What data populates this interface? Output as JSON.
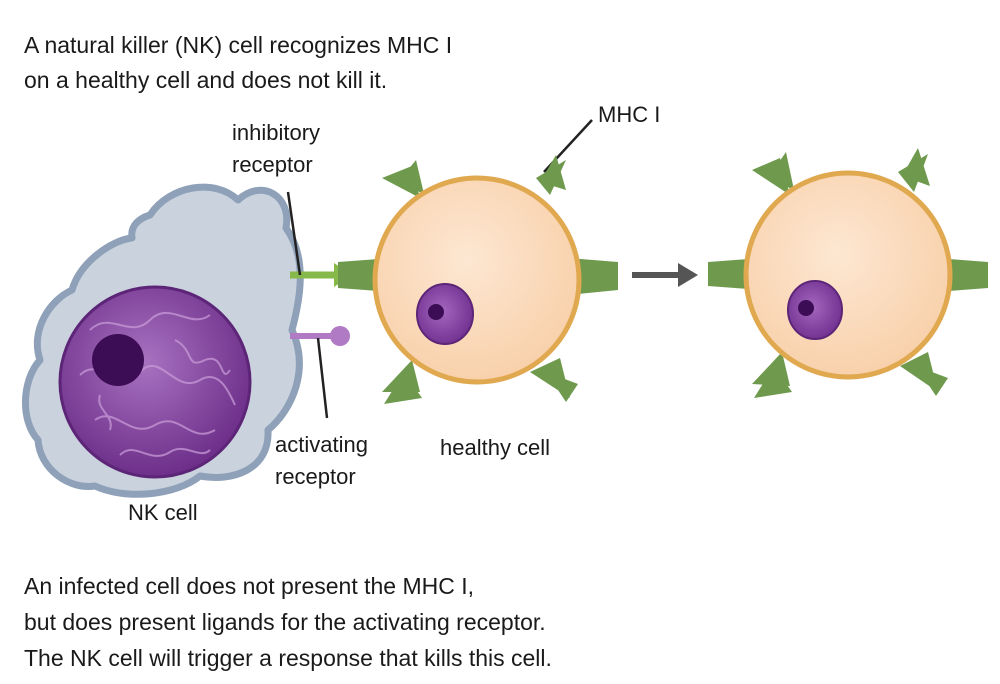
{
  "caption_top": [
    "A natural killer (NK) cell recognizes MHC I",
    "on a healthy cell and does not kill it."
  ],
  "labels": {
    "inhibitory_receptor": [
      "inhibitory",
      "receptor"
    ],
    "activating_receptor": [
      "activating",
      "receptor"
    ],
    "mhc": "MHC I",
    "healthy_cell": "healthy cell",
    "nk_cell": "NK cell"
  },
  "caption_bottom": [
    "An infected cell does not present the MHC I,",
    "but does present ligands for the activating receptor.",
    "The NK cell will trigger a response that kills this cell."
  ],
  "colors": {
    "nk_membrane": "#8ea1b8",
    "nk_cytoplasm": "#c9d2dd",
    "nk_nucleus": "#7d3f98",
    "nk_nucleolus": "#3c0d55",
    "healthy_cell_fill": "#fbd7b4",
    "healthy_cell_border": "#e0a84f",
    "healthy_nucleus": "#8b4aa6",
    "mhc_green": "#6f9a4e",
    "inhibitory_arrow": "#86b84a",
    "activating_receptor": "#b07ac4",
    "process_arrow": "#555555"
  }
}
